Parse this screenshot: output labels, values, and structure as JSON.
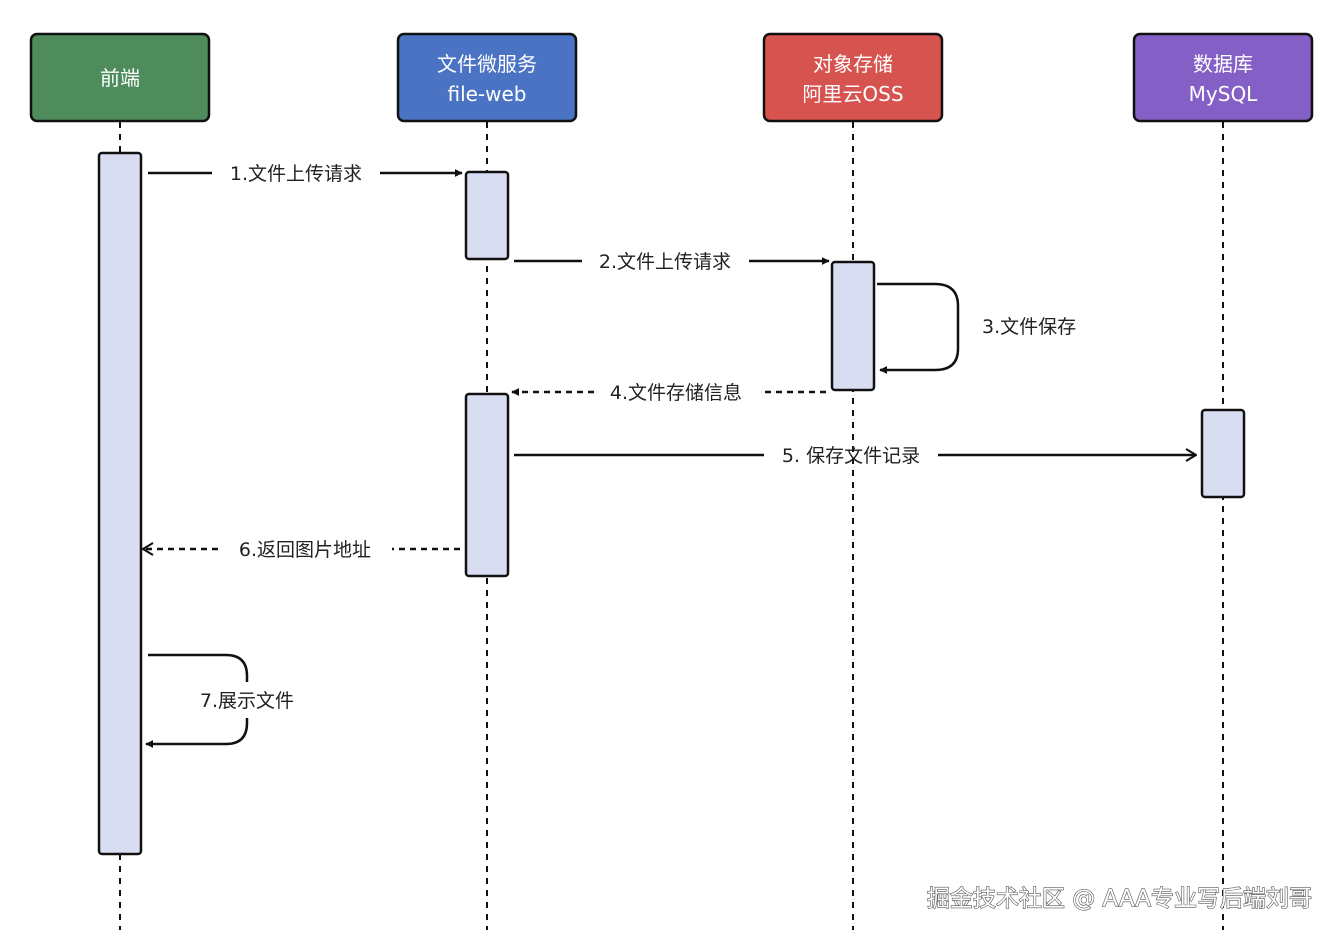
{
  "participants": [
    {
      "key": "frontend",
      "line1": "前端",
      "line2": "",
      "color": "#4e8c5b"
    },
    {
      "key": "fileweb",
      "line1": "文件微服务",
      "line2": "file-web",
      "color": "#4b73c4"
    },
    {
      "key": "oss",
      "line1": "对象存储",
      "line2": "阿里云OSS",
      "color": "#d6534f"
    },
    {
      "key": "db",
      "line1": "数据库",
      "line2": "MySQL",
      "color": "#8460c6"
    }
  ],
  "messages": [
    {
      "label": "1.文件上传请求",
      "style": "solid"
    },
    {
      "label": "2.文件上传请求",
      "style": "solid"
    },
    {
      "label": "3.文件保存",
      "style": "solid"
    },
    {
      "label": "4.文件存储信息",
      "style": "dashed"
    },
    {
      "label": "5. 保存文件记录",
      "style": "solid"
    },
    {
      "label": "6.返回图片地址",
      "style": "dashed"
    },
    {
      "label": "7.展示文件",
      "style": "solid"
    }
  ],
  "colors": {
    "activation_fill": "#d8ddf2",
    "line": "#111111"
  },
  "watermark": "掘金技术社区 @ AAA专业写后端刘哥"
}
